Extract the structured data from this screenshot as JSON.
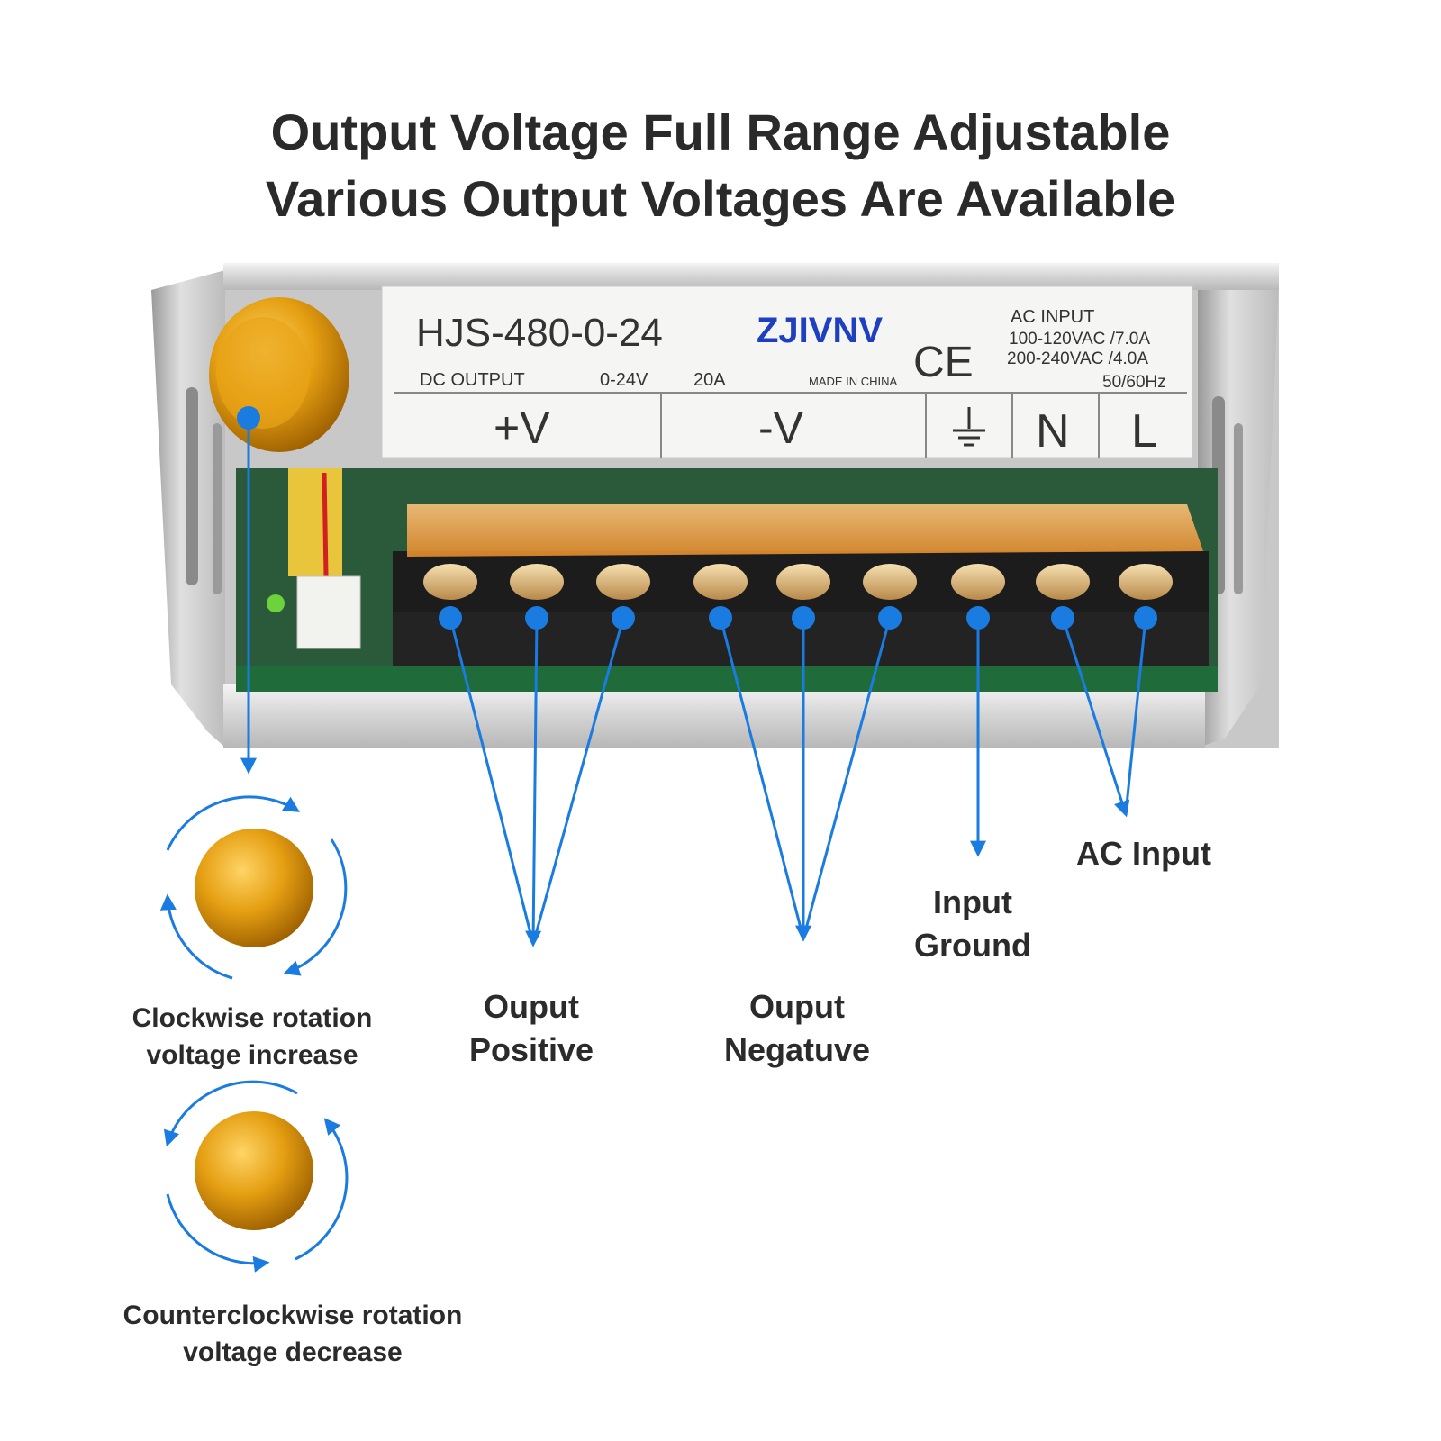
{
  "headline": {
    "line1": "Output Voltage Full Range Adjustable",
    "line2": "Various Output Voltages Are Available"
  },
  "product_label": {
    "model": "HJS-480-0-24",
    "brand": "ZJIVNV",
    "ce_mark": "CE",
    "dc_output": "DC OUTPUT",
    "voltage_range": "0-24V",
    "current": "20A",
    "made_in": "MADE IN CHINA",
    "ac_input_title": "AC INPUT",
    "ac_input_line1": "100-120VAC /7.0A",
    "ac_input_line2": "200-240VAC /4.0A",
    "frequency": "50/60Hz",
    "terminal_pos": "+V",
    "terminal_neg": "-V",
    "terminal_n": "N",
    "terminal_l": "L"
  },
  "callouts": {
    "positive": [
      "Ouput",
      "Positive"
    ],
    "negative": [
      "Ouput",
      "Negatuve"
    ],
    "ground": [
      "Input",
      "Ground"
    ],
    "ac_input": "AC Input",
    "clockwise": [
      "Clockwise rotation",
      "voltage increase"
    ],
    "counterclockwise": [
      "Counterclockwise rotation",
      "voltage decrease"
    ]
  },
  "colors": {
    "annotation_blue": "#1a7be0",
    "brand_blue": "#1e3fbf",
    "knob_gold": "#d9920c",
    "terminal_amber": "#f0a040",
    "pcb_green": "#1f6b3a"
  },
  "icons": [
    "ground-symbol-icon",
    "rotate-clockwise-icon",
    "rotate-counterclockwise-icon"
  ]
}
